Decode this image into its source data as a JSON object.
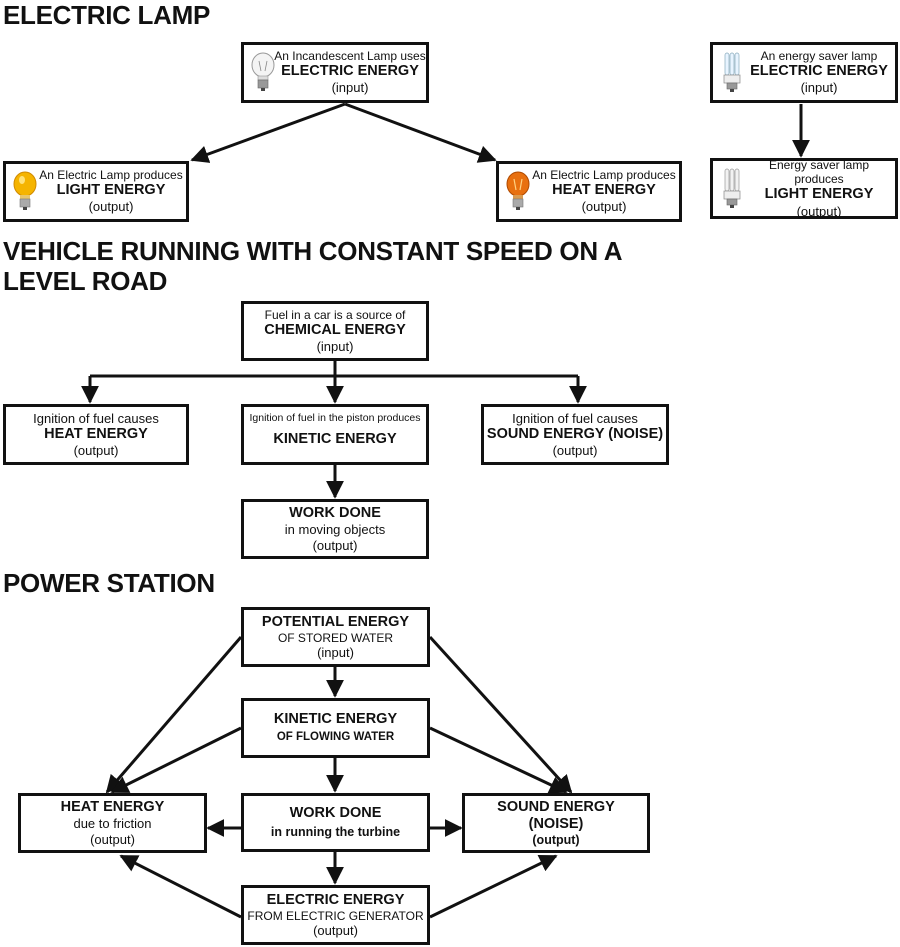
{
  "sections": {
    "lamp": "ELECTRIC LAMP",
    "vehicle_line1": "VEHICLE RUNNING WITH CONSTANT SPEED ON A",
    "vehicle_line2": "LEVEL ROAD",
    "power": "POWER STATION"
  },
  "lamp": {
    "input": {
      "l1": "An Incandescent Lamp uses",
      "l2": "ELECTRIC ENERGY",
      "l3": "(input)",
      "icon": "incandescent-bulb-icon"
    },
    "light": {
      "l1": "An Electric Lamp produces",
      "l2": "LIGHT ENERGY",
      "l3": "(output)",
      "icon": "glowing-yellow-bulb-icon"
    },
    "heat": {
      "l1": "An Electric Lamp produces",
      "l2": "HEAT ENERGY",
      "l3": "(output)",
      "icon": "glowing-orange-bulb-icon"
    },
    "saver_input": {
      "l1": "An energy saver lamp",
      "l2": "ELECTRIC ENERGY",
      "l3": "(input)",
      "icon": "cfl-bulb-icon"
    },
    "saver_light": {
      "l1": "Energy saver lamp produces",
      "l2": "LIGHT ENERGY",
      "l3": "(output)",
      "icon": "cfl-bulb-icon"
    }
  },
  "vehicle": {
    "fuel": {
      "l1": "Fuel in a car is a source of",
      "l2": "CHEMICAL ENERGY",
      "l3": "(input)"
    },
    "heat": {
      "l1": "Ignition of fuel causes",
      "l2": "HEAT ENERGY",
      "l3": "(output)"
    },
    "kinetic": {
      "l1": "Ignition of fuel in the piston produces",
      "l2": "KINETIC ENERGY"
    },
    "sound": {
      "l1": "Ignition of fuel causes",
      "l2": "SOUND ENERGY (NOISE)",
      "l3": "(output)"
    },
    "work": {
      "l1": "WORK DONE",
      "l2": "in moving objects",
      "l3": "(output)"
    }
  },
  "power": {
    "potential": {
      "l1": "POTENTIAL ENERGY",
      "l2": "OF STORED WATER",
      "l3": "(input)"
    },
    "kinetic": {
      "l1": "KINETIC ENERGY",
      "l2": "OF FLOWING WATER"
    },
    "work": {
      "l1": "WORK DONE",
      "l2": "in running the turbine"
    },
    "heat": {
      "l1": "HEAT ENERGY",
      "l2": "due to friction",
      "l3": "(output)"
    },
    "sound": {
      "l1": "SOUND ENERGY",
      "l2": "(NOISE)",
      "l3": "(output)"
    },
    "electric": {
      "l1": "ELECTRIC ENERGY",
      "l2": "FROM ELECTRIC GENERATOR",
      "l3": "(output)"
    }
  },
  "colors": {
    "line": "#111111",
    "bulb_yellow": "#f5b400",
    "bulb_orange": "#e8700f"
  }
}
